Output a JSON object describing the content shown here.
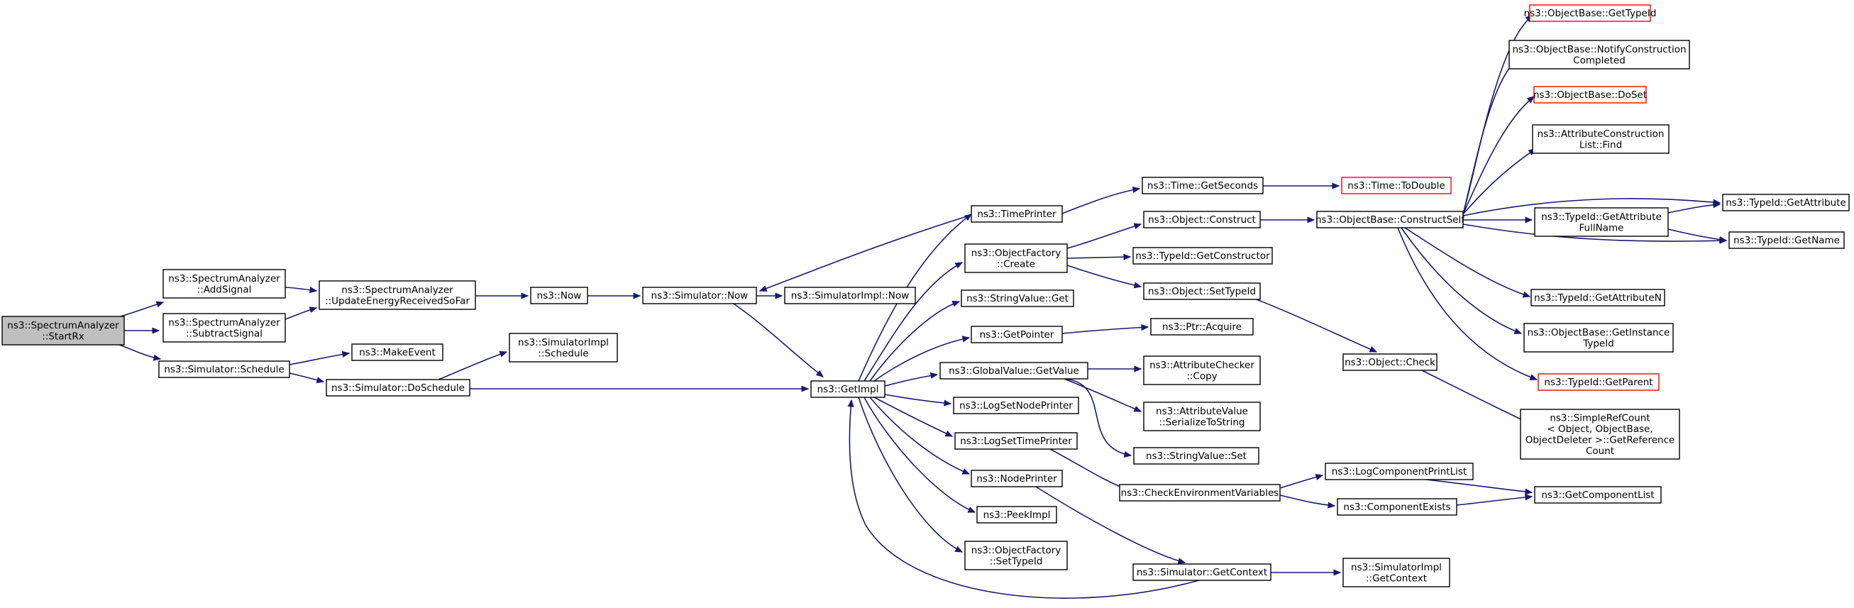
{
  "colors": {
    "edge": "#191970",
    "root_fill": "#bfbfbf",
    "node_border": "#000000",
    "undocumented_border": "#ff0000"
  },
  "nodes": [
    {
      "id": "startrx",
      "lines": [
        "ns3::SpectrumAnalyzer",
        "::StartRx"
      ],
      "style": "root"
    },
    {
      "id": "addsignal",
      "lines": [
        "ns3::SpectrumAnalyzer",
        "::AddSignal"
      ]
    },
    {
      "id": "subtractsignal",
      "lines": [
        "ns3::SpectrumAnalyzer",
        "::SubtractSignal"
      ]
    },
    {
      "id": "updateenergy",
      "lines": [
        "ns3::SpectrumAnalyzer",
        "::UpdateEnergyReceivedSoFar"
      ]
    },
    {
      "id": "simschedule",
      "lines": [
        "ns3::Simulator::Schedule"
      ]
    },
    {
      "id": "makeevent",
      "lines": [
        "ns3::MakeEvent"
      ]
    },
    {
      "id": "doschedule",
      "lines": [
        "ns3::Simulator::DoSchedule"
      ]
    },
    {
      "id": "implschedule",
      "lines": [
        "ns3::SimulatorImpl",
        "::Schedule"
      ]
    },
    {
      "id": "now",
      "lines": [
        "ns3::Now"
      ]
    },
    {
      "id": "simnow",
      "lines": [
        "ns3::Simulator::Now"
      ]
    },
    {
      "id": "implnow",
      "lines": [
        "ns3::SimulatorImpl::Now"
      ]
    },
    {
      "id": "getimpl",
      "lines": [
        "ns3::GetImpl"
      ]
    },
    {
      "id": "timeprinter",
      "lines": [
        "ns3::TimePrinter"
      ]
    },
    {
      "id": "ofcreate",
      "lines": [
        "ns3::ObjectFactory",
        "::Create"
      ]
    },
    {
      "id": "strget",
      "lines": [
        "ns3::StringValue::Get"
      ]
    },
    {
      "id": "getpointer",
      "lines": [
        "ns3::GetPointer"
      ]
    },
    {
      "id": "gvgetvalue",
      "lines": [
        "ns3::GlobalValue::GetValue"
      ]
    },
    {
      "id": "logsetnode",
      "lines": [
        "ns3::LogSetNodePrinter"
      ]
    },
    {
      "id": "logsettime",
      "lines": [
        "ns3::LogSetTimePrinter"
      ]
    },
    {
      "id": "nodeprinter",
      "lines": [
        "ns3::NodePrinter"
      ]
    },
    {
      "id": "peekimpl",
      "lines": [
        "ns3::PeekImpl"
      ]
    },
    {
      "id": "ofsettypeid",
      "lines": [
        "ns3::ObjectFactory",
        "::SetTypeId"
      ]
    },
    {
      "id": "getseconds",
      "lines": [
        "ns3::Time::GetSeconds"
      ]
    },
    {
      "id": "todouble",
      "lines": [
        "ns3::Time::ToDouble"
      ],
      "style": "red"
    },
    {
      "id": "objconstruct",
      "lines": [
        "ns3::Object::Construct"
      ]
    },
    {
      "id": "getconstructor",
      "lines": [
        "ns3::TypeId::GetConstructor"
      ]
    },
    {
      "id": "objsettypeid",
      "lines": [
        "ns3::Object::SetTypeId"
      ]
    },
    {
      "id": "ptracquire",
      "lines": [
        "ns3::Ptr::Acquire"
      ]
    },
    {
      "id": "acheckercopy",
      "lines": [
        "ns3::AttributeChecker",
        "::Copy"
      ]
    },
    {
      "id": "avserialize",
      "lines": [
        "ns3::AttributeValue",
        "::SerializeToString"
      ]
    },
    {
      "id": "strset",
      "lines": [
        "ns3::StringValue::Set"
      ]
    },
    {
      "id": "checkenv",
      "lines": [
        "ns3::CheckEnvironmentVariables"
      ]
    },
    {
      "id": "simgetcontext",
      "lines": [
        "ns3::Simulator::GetContext"
      ]
    },
    {
      "id": "implgetcontext",
      "lines": [
        "ns3::SimulatorImpl",
        "::GetContext"
      ]
    },
    {
      "id": "constructself",
      "lines": [
        "ns3::ObjectBase::ConstructSelf"
      ]
    },
    {
      "id": "objcheck",
      "lines": [
        "ns3::Object::Check"
      ]
    },
    {
      "id": "logcomplist",
      "lines": [
        "ns3::LogComponentPrintList"
      ]
    },
    {
      "id": "compexists",
      "lines": [
        "ns3::ComponentExists"
      ]
    },
    {
      "id": "getcomplist",
      "lines": [
        "ns3::GetComponentList"
      ]
    },
    {
      "id": "obgettypeid",
      "lines": [
        "ns3::ObjectBase::GetTypeId"
      ],
      "style": "red"
    },
    {
      "id": "notifyconstruction",
      "lines": [
        "ns3::ObjectBase::NotifyConstruction",
        "Completed"
      ]
    },
    {
      "id": "obdoset",
      "lines": [
        "ns3::ObjectBase::DoSet"
      ],
      "style": "red"
    },
    {
      "id": "aclfind",
      "lines": [
        "ns3::AttributeConstruction",
        "List::Find"
      ]
    },
    {
      "id": "tidgetattrfull",
      "lines": [
        "ns3::TypeId::GetAttribute",
        "FullName"
      ]
    },
    {
      "id": "tidgetattr",
      "lines": [
        "ns3::TypeId::GetAttribute"
      ]
    },
    {
      "id": "tidgetname",
      "lines": [
        "ns3::TypeId::GetName"
      ]
    },
    {
      "id": "tidgetattrn",
      "lines": [
        "ns3::TypeId::GetAttributeN"
      ]
    },
    {
      "id": "obgetinstance",
      "lines": [
        "ns3::ObjectBase::GetInstance",
        "TypeId"
      ]
    },
    {
      "id": "tidgetparent",
      "lines": [
        "ns3::TypeId::GetParent"
      ],
      "style": "red"
    },
    {
      "id": "simplerefcount",
      "lines": [
        "ns3::SimpleRefCount",
        "< Object, ObjectBase,",
        "ObjectDeleter >::GetReference",
        "Count"
      ]
    }
  ]
}
